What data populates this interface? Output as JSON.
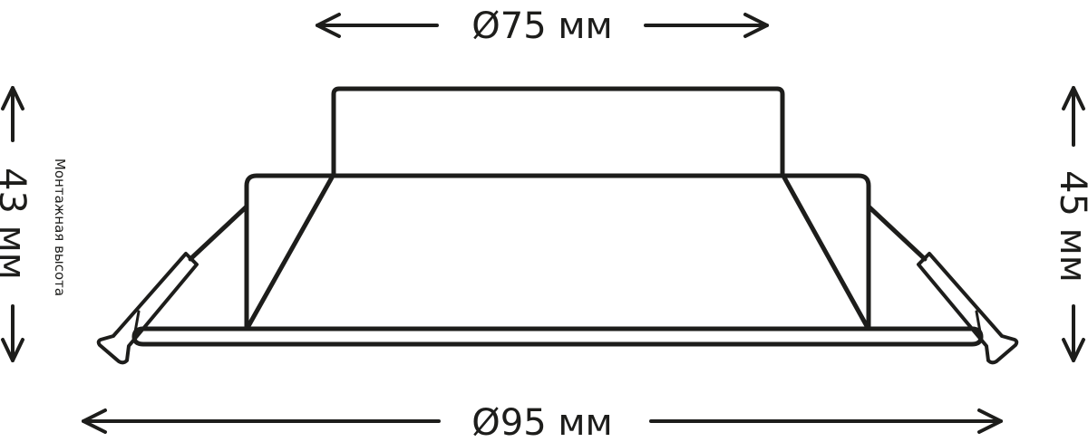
{
  "dimensions": {
    "top_diameter": "Ø75 мм",
    "bottom_diameter": "Ø95 мм",
    "left_height": "43 мм",
    "right_height": "45 мм",
    "mounting_label": "Монтажная высота"
  },
  "colors": {
    "ink": "#1d1d1b",
    "background": "#ffffff"
  }
}
